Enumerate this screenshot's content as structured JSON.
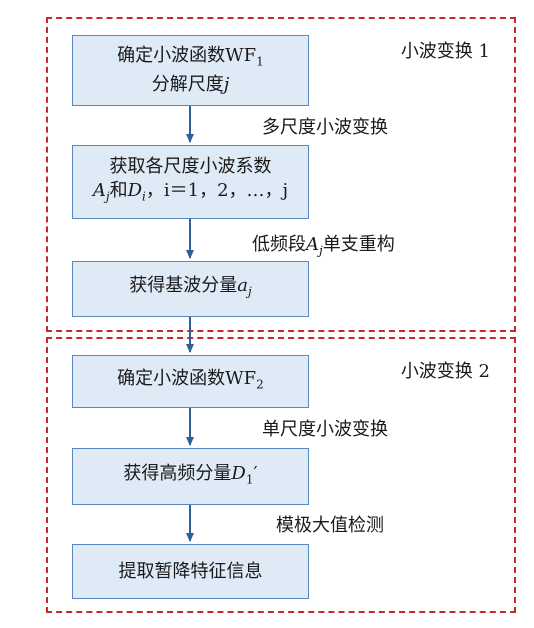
{
  "regions": [
    {
      "label": "小波变换 1"
    },
    {
      "label": "小波变换 2"
    }
  ],
  "nodes": [
    {
      "line1": "确定小波函数WF",
      "line1_sub": "1",
      "line2_pre": "分解尺度",
      "line2_var": "j"
    },
    {
      "line1": "获取各尺度小波系数",
      "line2": {
        "a": "A",
        "a_sub": "j",
        "mid": "和",
        "d": "D",
        "d_sub": "i",
        "rest": "，i＝1，2，…，j"
      }
    },
    {
      "pre": "获得基波分量",
      "var": "a",
      "var_sub": "j"
    },
    {
      "line1": "确定小波函数WF",
      "line1_sub": "2"
    },
    {
      "pre": "获得高频分量",
      "var": "D",
      "var_sub": "1",
      "prime": "′"
    },
    {
      "text": "提取暂降特征信息"
    }
  ],
  "edges": [
    {
      "label": "多尺度小波变换"
    },
    {
      "label_pre": "低频段",
      "label_var": "A",
      "label_sub": "j",
      "label_post": "单支重构"
    },
    {
      "label": ""
    },
    {
      "label": "单尺度小波变换"
    },
    {
      "label": "模极大值检测"
    }
  ],
  "colors": {
    "box_fill": "#dfeaf7",
    "box_border": "#5b87c0",
    "arrow": "#2f5f96",
    "region_border": "#c8282d"
  }
}
